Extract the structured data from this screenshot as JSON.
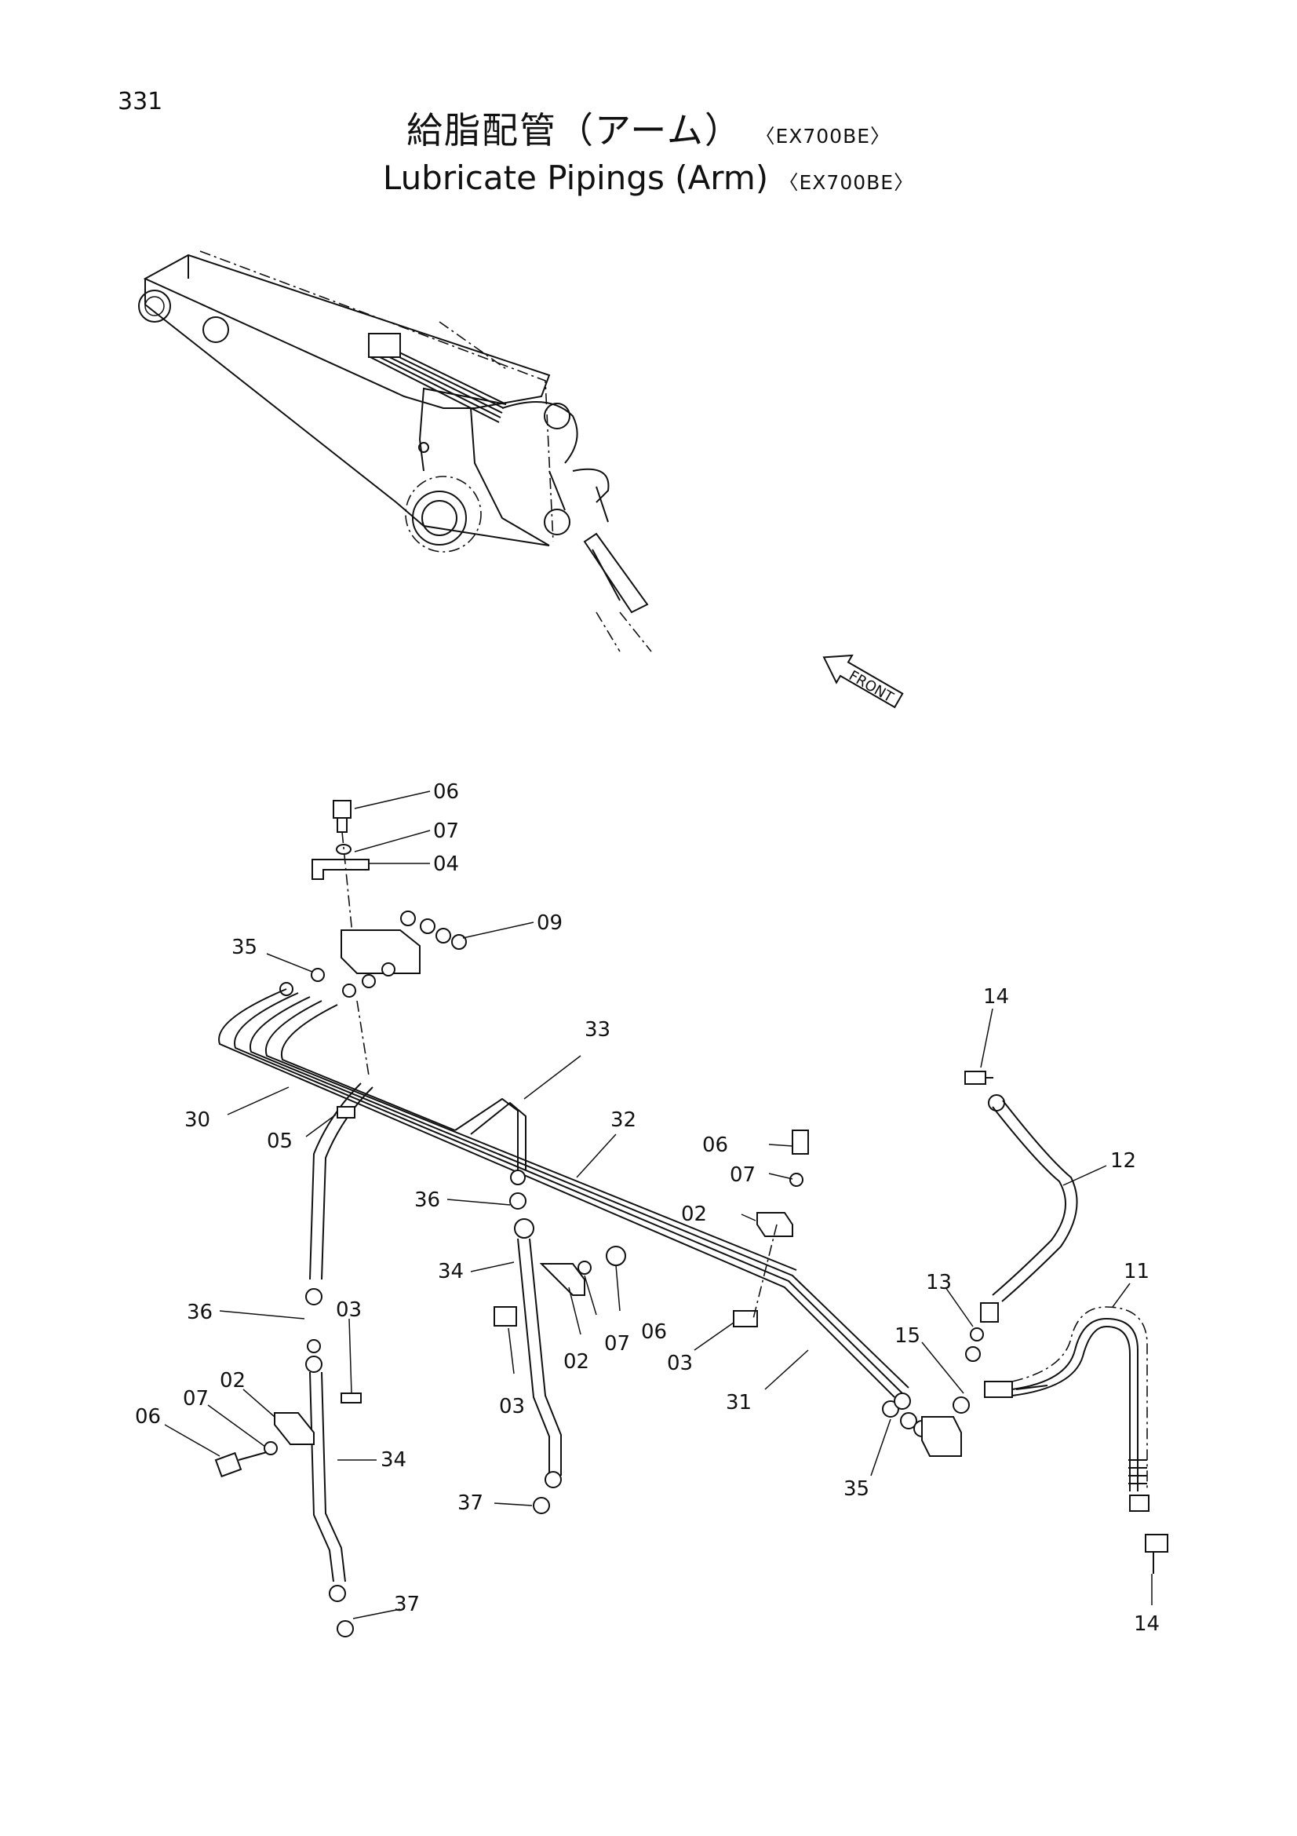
{
  "page": {
    "number": "331"
  },
  "title": {
    "jp": "給脂配管（アーム）",
    "en": "Lubricate Pipings (Arm)",
    "model": "〈EX700BE〉"
  },
  "front_arrow": {
    "label": "FRONT"
  },
  "callouts": [
    "06",
    "07",
    "04",
    "09",
    "35",
    "33",
    "14",
    "30",
    "05",
    "32",
    "06",
    "07",
    "12",
    "36",
    "02",
    "34",
    "06",
    "13",
    "11",
    "36",
    "03",
    "07",
    "02",
    "03",
    "15",
    "02",
    "07",
    "03",
    "31",
    "06",
    "34",
    "35",
    "37",
    "37",
    "14"
  ]
}
